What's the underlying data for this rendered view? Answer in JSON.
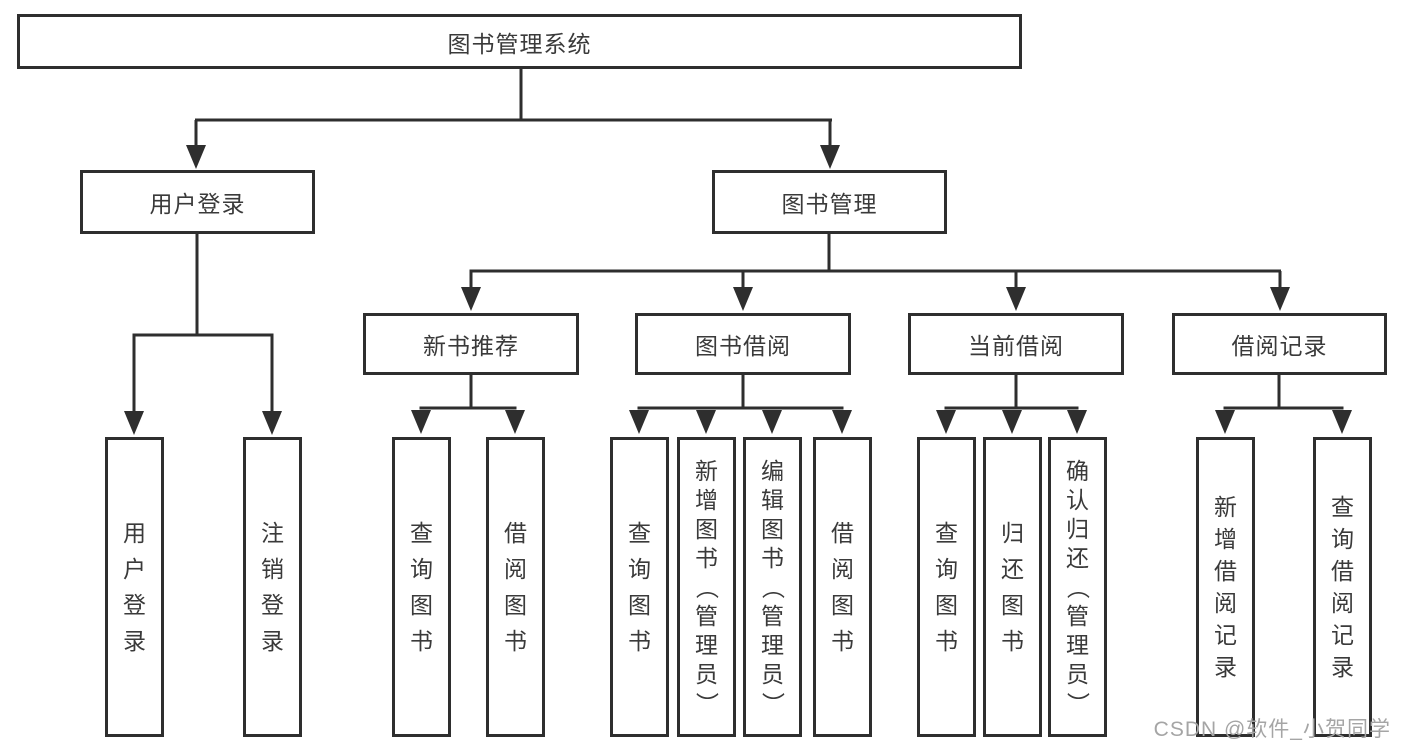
{
  "diagram": {
    "type": "hierarchy-flowchart",
    "root": {
      "label": "图书管理系统"
    },
    "branches": [
      {
        "label": "用户登录",
        "children": [
          {
            "label": "用户登录"
          },
          {
            "label": "注销登录"
          }
        ]
      },
      {
        "label": "图书管理",
        "children": [
          {
            "label": "新书推荐",
            "children": [
              {
                "label": "查询图书"
              },
              {
                "label": "借阅图书"
              }
            ]
          },
          {
            "label": "图书借阅",
            "children": [
              {
                "label": "查询图书"
              },
              {
                "label": "新增图书（管理员）"
              },
              {
                "label": "编辑图书（管理员）"
              },
              {
                "label": "借阅图书"
              }
            ]
          },
          {
            "label": "当前借阅",
            "children": [
              {
                "label": "查询图书"
              },
              {
                "label": "归还图书"
              },
              {
                "label": "确认归还（管理员）"
              }
            ]
          },
          {
            "label": "借阅记录",
            "children": [
              {
                "label": "新增借阅记录"
              },
              {
                "label": "查询借阅记录"
              }
            ]
          }
        ]
      }
    ]
  },
  "watermark": "CSDN @软件_小贺同学",
  "colors": {
    "line": "#2e2e2e",
    "text": "#3a3a3a",
    "watermark": "#a5a5a5",
    "background": "#ffffff",
    "box_bg": "#ffffff"
  }
}
